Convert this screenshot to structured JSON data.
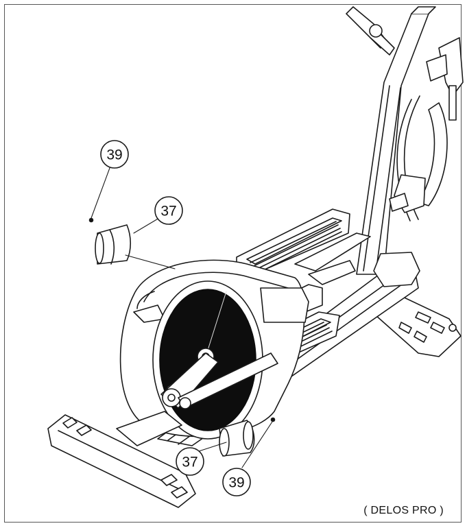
{
  "callouts": {
    "top_screw": "39",
    "top_cap": "37",
    "bottom_cap": "37",
    "bottom_screw": "39"
  },
  "model_label": "( DELOS PRO )",
  "colors": {
    "line": "#1a1a1a",
    "frame": "#555555",
    "flywheel_dark": "#0d0d0d"
  }
}
